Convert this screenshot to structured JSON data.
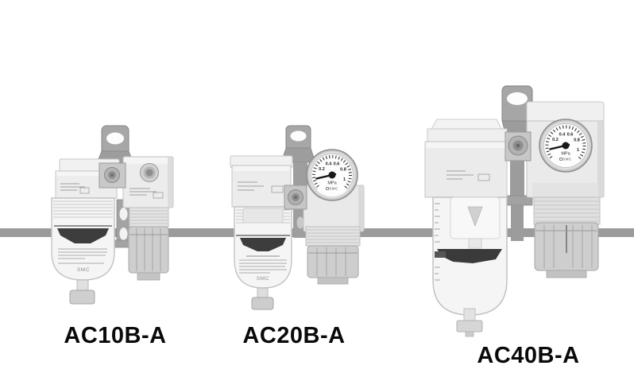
{
  "page": {
    "background": "#ffffff"
  },
  "mounting_bar": {
    "color": "#9b9b9b"
  },
  "brand": "SMC",
  "gauge": {
    "ticks": [
      "0.2",
      "0.4",
      "0.6",
      "0.8",
      "1"
    ],
    "unit": "MPa",
    "brand": "SMC"
  },
  "units": [
    {
      "model": "AC10B-A"
    },
    {
      "model": "AC20B-A"
    },
    {
      "model": "AC40B-A"
    }
  ],
  "colors": {
    "body": "#ececec",
    "bowl": "#f5f5f5",
    "knob": "#cecece",
    "bracket": "#a7a7a7",
    "baffle": "#3d3d3d",
    "gauge_face": "#fdfdfd",
    "caption_text": "#0a0a0a"
  }
}
